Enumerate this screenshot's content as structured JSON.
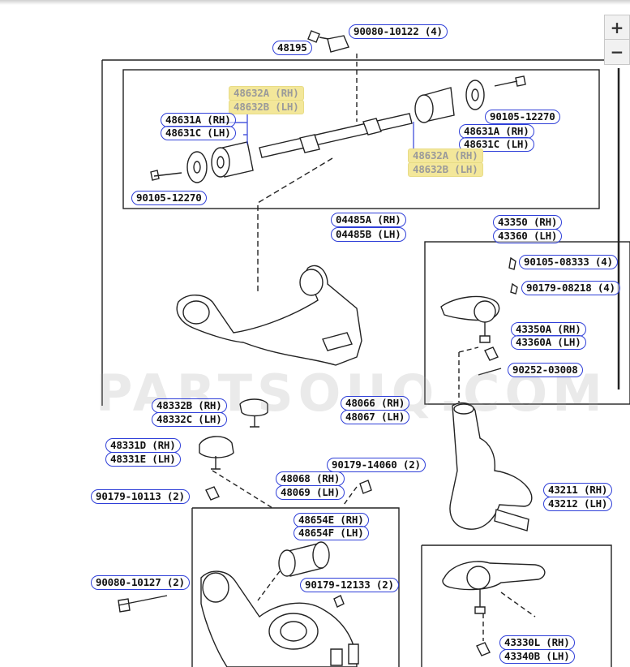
{
  "watermark": "PARTSOUQ.COM",
  "controls": {
    "zoom_in": "+",
    "zoom_out": "−"
  },
  "callouts": [
    {
      "id": "c01",
      "text": "90080-10122 (4)"
    },
    {
      "id": "c02",
      "text": "48195"
    },
    {
      "id": "c03",
      "text": "48632A (RH)",
      "highlighted": true
    },
    {
      "id": "c04",
      "text": "48632B (LH)",
      "highlighted": true
    },
    {
      "id": "c05",
      "text": "48631A (RH)"
    },
    {
      "id": "c06",
      "text": "48631C (LH)"
    },
    {
      "id": "c07",
      "text": "90105-12270"
    },
    {
      "id": "c08",
      "text": "48631A (RH)"
    },
    {
      "id": "c09",
      "text": "48631C (LH)"
    },
    {
      "id": "c10",
      "text": "48632A (RH)",
      "highlighted": true
    },
    {
      "id": "c11",
      "text": "48632B (LH)",
      "highlighted": true
    },
    {
      "id": "c12",
      "text": "90105-12270"
    },
    {
      "id": "c13",
      "text": "04485A (RH)"
    },
    {
      "id": "c14",
      "text": "04485B (LH)"
    },
    {
      "id": "c15",
      "text": "43350 (RH)"
    },
    {
      "id": "c16",
      "text": "43360 (LH)"
    },
    {
      "id": "c17",
      "text": "90105-08333 (4)"
    },
    {
      "id": "c18",
      "text": "90179-08218 (4)"
    },
    {
      "id": "c19",
      "text": "43350A (RH)"
    },
    {
      "id": "c20",
      "text": "43360A (LH)"
    },
    {
      "id": "c21",
      "text": "90252-03008"
    },
    {
      "id": "c22",
      "text": "48332B (RH)"
    },
    {
      "id": "c23",
      "text": "48332C (LH)"
    },
    {
      "id": "c24",
      "text": "48066 (RH)"
    },
    {
      "id": "c25",
      "text": "48067 (LH)"
    },
    {
      "id": "c26",
      "text": "48331D (RH)"
    },
    {
      "id": "c27",
      "text": "48331E (LH)"
    },
    {
      "id": "c28",
      "text": "90179-14060 (2)"
    },
    {
      "id": "c29",
      "text": "90179-10113 (2)"
    },
    {
      "id": "c30",
      "text": "48068 (RH)"
    },
    {
      "id": "c31",
      "text": "48069 (LH)"
    },
    {
      "id": "c32",
      "text": "43211 (RH)"
    },
    {
      "id": "c33",
      "text": "43212 (LH)"
    },
    {
      "id": "c34",
      "text": "48654E (RH)"
    },
    {
      "id": "c35",
      "text": "48654F (LH)"
    },
    {
      "id": "c36",
      "text": "90080-10127 (2)"
    },
    {
      "id": "c37",
      "text": "90179-12133 (2)"
    },
    {
      "id": "c38",
      "text": "43330L (RH)"
    },
    {
      "id": "c39",
      "text": "43340B (LH)"
    }
  ]
}
